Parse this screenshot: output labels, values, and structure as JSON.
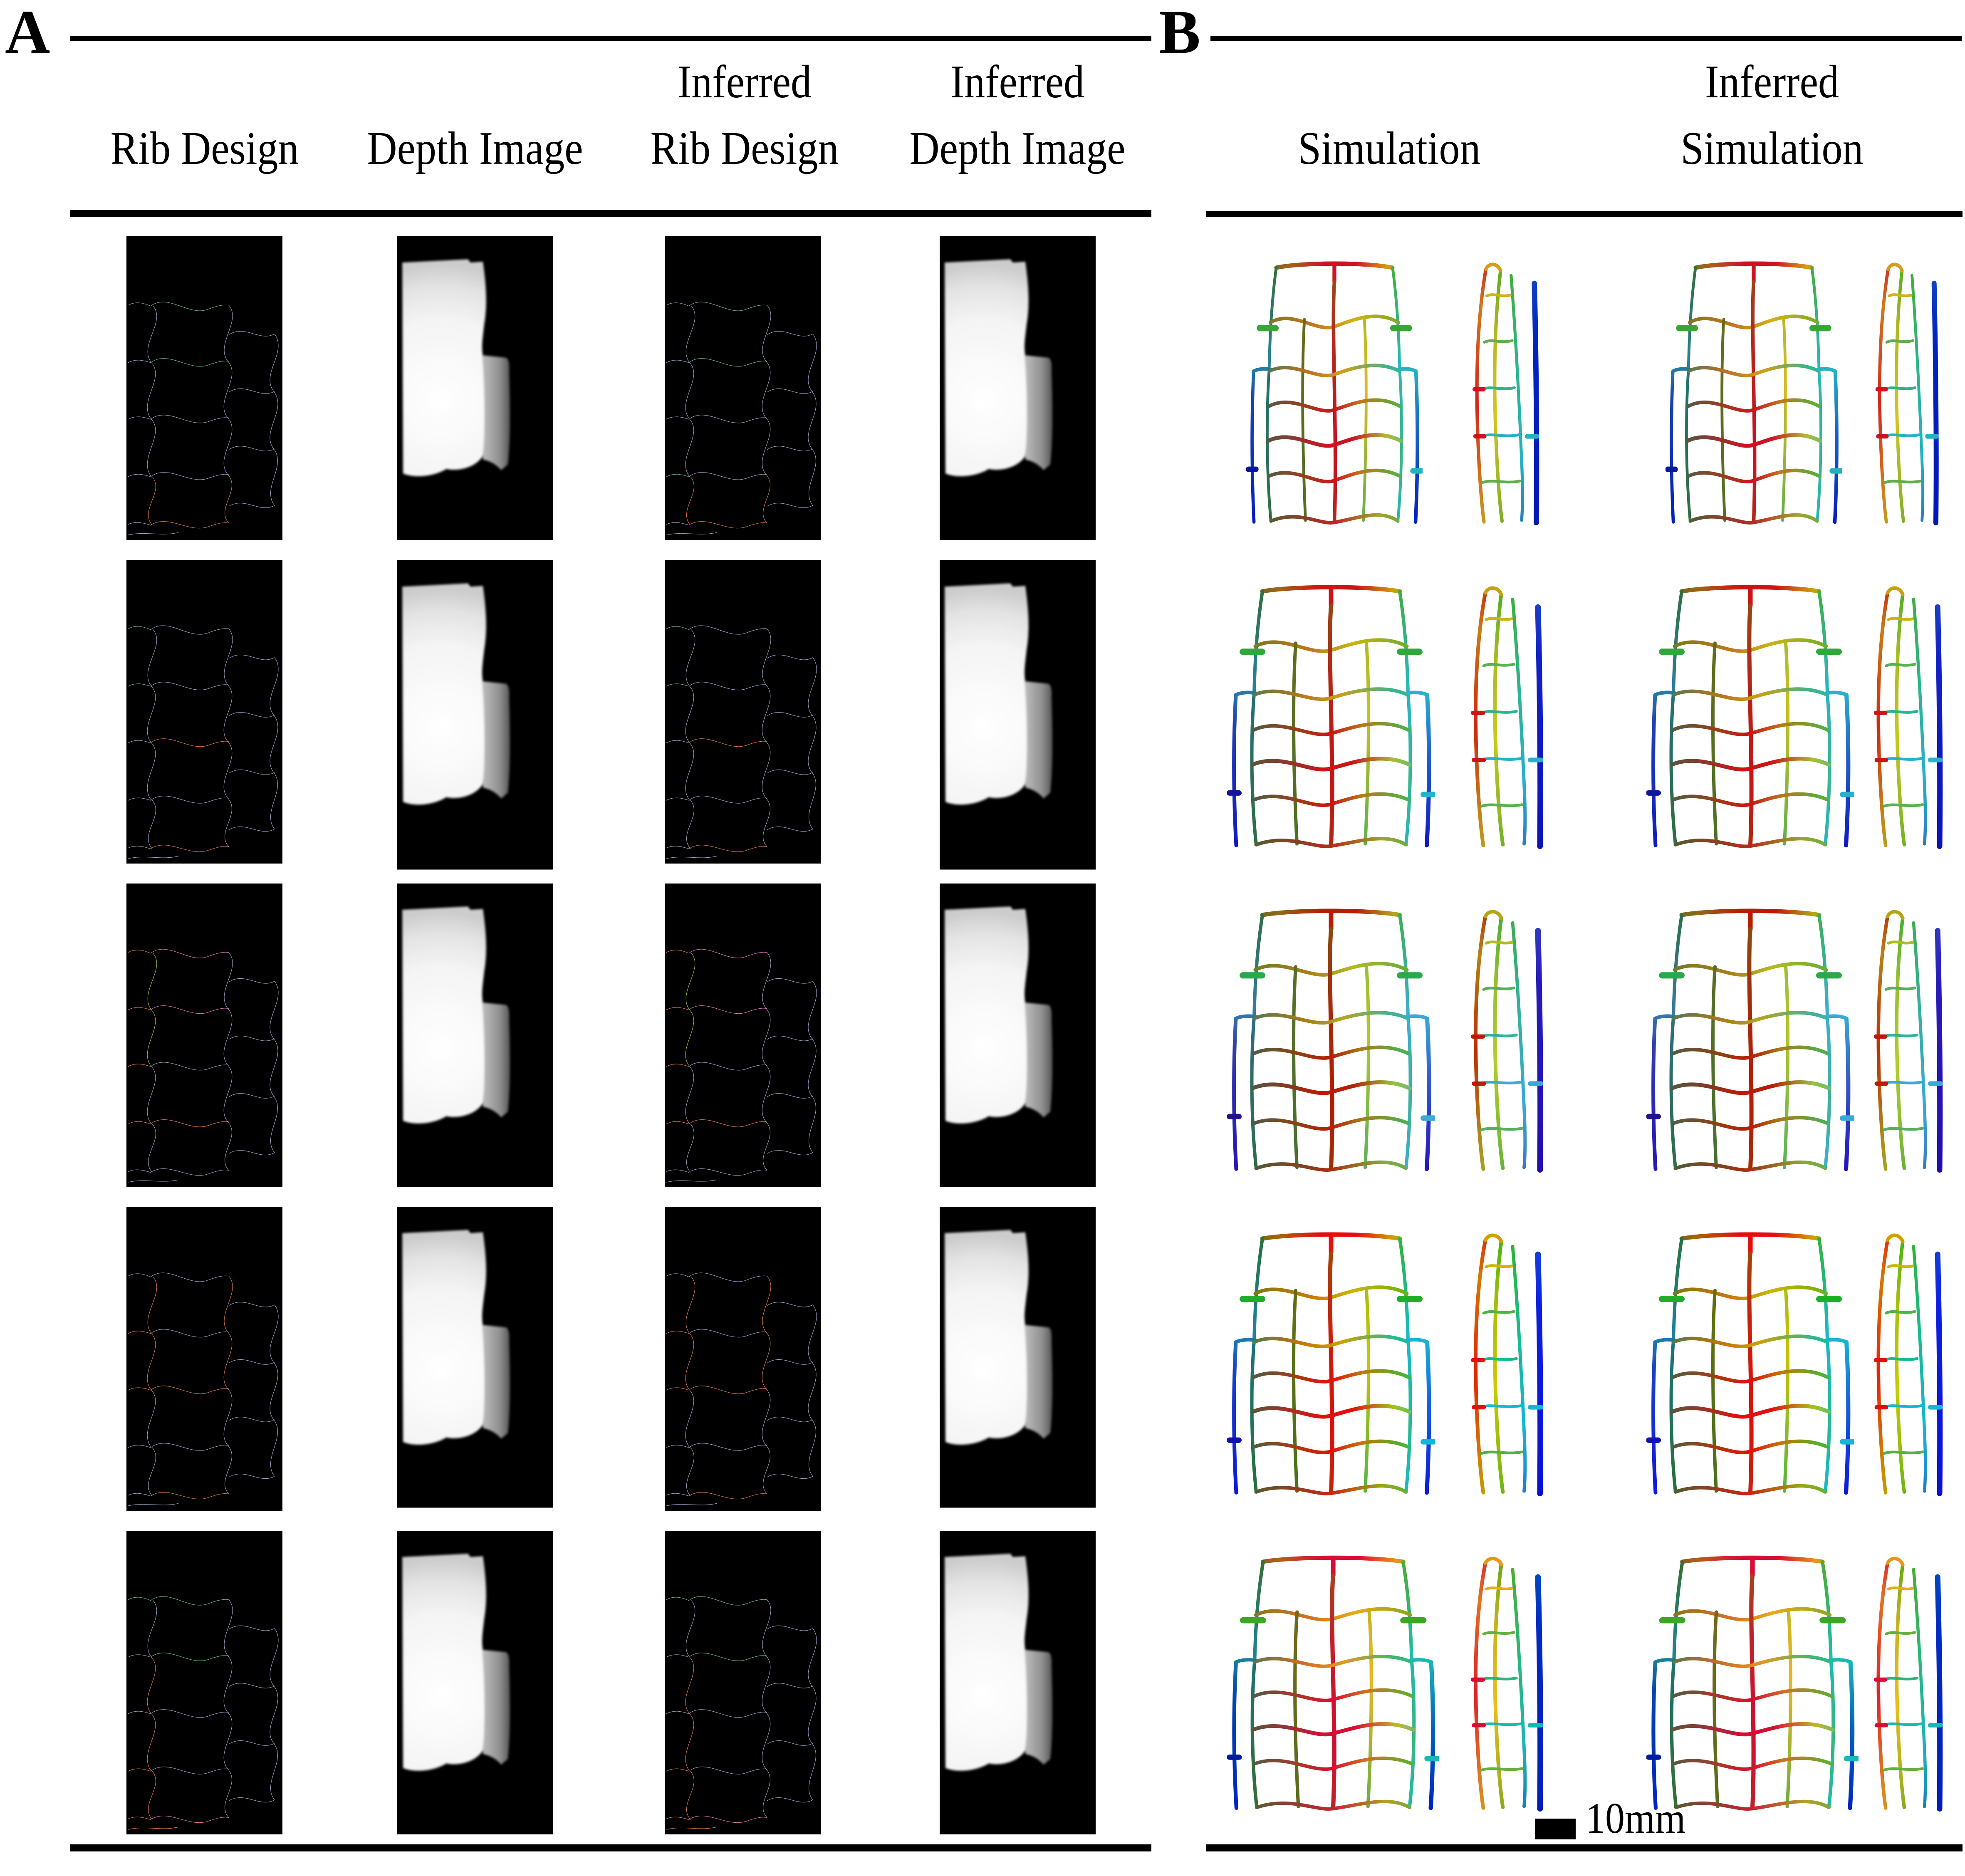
{
  "panel_a": {
    "label": "A",
    "headers": [
      {
        "lines": [
          "Rib Design"
        ]
      },
      {
        "lines": [
          "Depth Image"
        ]
      },
      {
        "lines": [
          "Inferred",
          "Rib Design"
        ]
      },
      {
        "lines": [
          "Inferred",
          "Depth Image"
        ]
      }
    ],
    "row_count": 5,
    "rows": [
      {
        "row": 1,
        "rib_highlight_colors": [
          "green",
          "orange"
        ],
        "inferred_rib_highlight_colors": [
          "green",
          "orange"
        ],
        "depth_image": "white depth blob on black",
        "inferred_depth_image": "white depth blob on black"
      },
      {
        "row": 2,
        "rib_highlight_colors": [
          "green",
          "orange"
        ],
        "inferred_rib_highlight_colors": [
          "green",
          "orange"
        ],
        "depth_image": "white depth blob on black",
        "inferred_depth_image": "white depth blob on black"
      },
      {
        "row": 3,
        "rib_highlight_colors": [
          "pink",
          "chartreuse",
          "orange"
        ],
        "inferred_rib_highlight_colors": [
          "pink",
          "chartreuse",
          "orange"
        ],
        "depth_image": "white depth blob on black",
        "inferred_depth_image": "white depth blob on black"
      },
      {
        "row": 4,
        "rib_highlight_colors": [
          "orange"
        ],
        "inferred_rib_highlight_colors": [
          "orange"
        ],
        "depth_image": "white depth blob with bright spot on black",
        "inferred_depth_image": "white depth blob with bright spot on black"
      },
      {
        "row": 5,
        "rib_highlight_colors": [
          "green",
          "orange",
          "pink"
        ],
        "inferred_rib_highlight_colors": [
          "green",
          "orange",
          "pink"
        ],
        "depth_image": "white depth blob on black",
        "inferred_depth_image": "white depth blob on black"
      }
    ]
  },
  "panel_b": {
    "label": "B",
    "headers": [
      {
        "lines": [
          "Simulation"
        ]
      },
      {
        "lines": [
          "Inferred",
          "Simulation"
        ]
      }
    ],
    "row_count": 5,
    "views_per_cell": [
      "front view mesh",
      "side view mesh"
    ],
    "scale_bar_label": "10mm"
  },
  "palette": {
    "rib_base": "#a4b0d6",
    "rib_green": "#6fcb94",
    "rib_orange": "#f0854c",
    "rib_pink": "#ee7fc5",
    "rib_chartreuse": "#a9d14e",
    "image_background": "#000000",
    "depth_blob": "#f4f4f4",
    "simulation_colormap": [
      "#0c12b8",
      "#2060c8",
      "#28b0cc",
      "#2ab48e",
      "#3fae2e",
      "#a8bc20",
      "#c8b414",
      "#c07818",
      "#cc1414"
    ]
  }
}
